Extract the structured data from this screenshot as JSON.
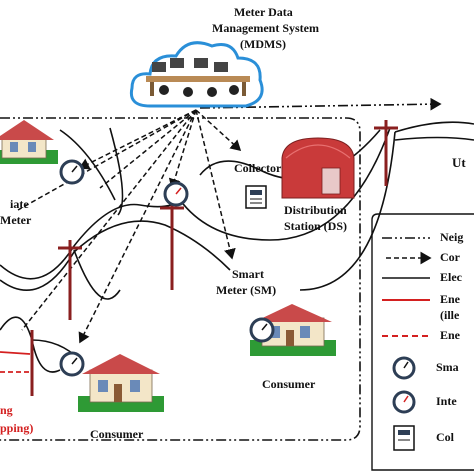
{
  "labels": {
    "mdms_line1": "Meter Data",
    "mdms_line2": "Management System",
    "mdms_line3": "(MDMS)",
    "collector": "Collector",
    "distribution_line1": "Distribution",
    "distribution_line2": "Station (DS)",
    "smart_meter_line1": "Smart",
    "smart_meter_line2": "Meter (SM)",
    "consumer_right": "Consumer",
    "consumer_bottom": "Consumer",
    "intermediate_line1": "iate",
    "intermediate_line2": "Meter",
    "tapping_line1": "ng",
    "tapping_line2": "pping)",
    "utility_partial": "Ut"
  },
  "legend": {
    "items": [
      {
        "text": "Neig",
        "style": "dash-dot-dot"
      },
      {
        "text": "Cor",
        "style": "dashed-arrow"
      },
      {
        "text": "Elec",
        "style": "solid-black"
      },
      {
        "text": "Ene",
        "style": "solid-red"
      },
      {
        "text": "(ille",
        "style": "none"
      },
      {
        "text": "Ene",
        "style": "dashed-red"
      },
      {
        "text": "Sma",
        "style": "smart-meter-icon"
      },
      {
        "text": "Inte",
        "style": "intermediate-meter-icon"
      },
      {
        "text": "Col",
        "style": "collector-icon"
      }
    ]
  },
  "colors": {
    "cloud_border": "#2a8fd8",
    "red_line": "#d42020",
    "roof": "#c94a4a",
    "house_wall": "#f3e6c8",
    "grass": "#2e9a35",
    "station": "#c93a3a",
    "meter_ring": "#2d3e55"
  }
}
